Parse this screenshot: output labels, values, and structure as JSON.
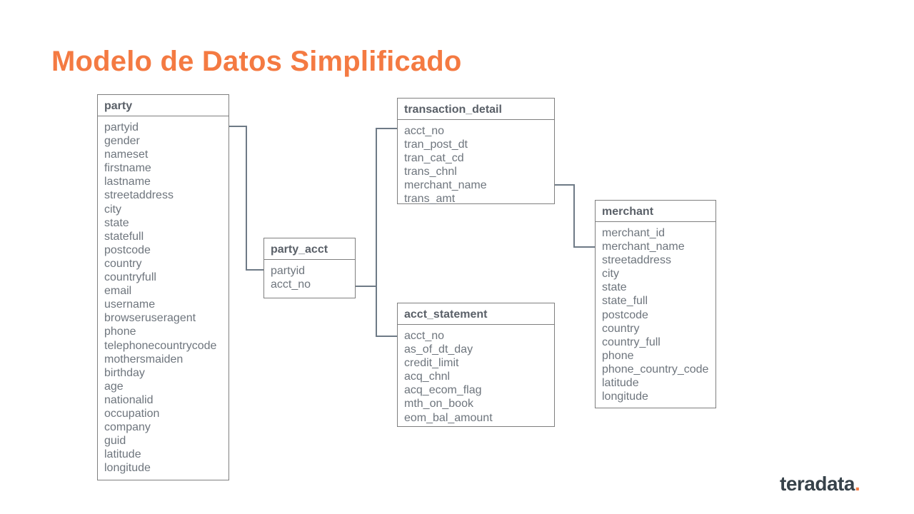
{
  "title": "Modelo de Datos Simplificado",
  "logo": {
    "text": "teradata",
    "dot": ".",
    "dot_color": "#f47a42"
  },
  "colors": {
    "title": "#f47a42",
    "connector": "#6e7a86",
    "border": "#7f7f7f"
  },
  "entities": {
    "party": {
      "name": "party",
      "fields": [
        "partyid",
        "gender",
        "nameset",
        "firstname",
        "lastname",
        "streetaddress",
        "city",
        "state",
        "statefull",
        "postcode",
        "country",
        "countryfull",
        "email",
        "username",
        "browseruseragent",
        "phone",
        "telephonecountrycode",
        "mothersmaiden",
        "birthday",
        "age",
        "nationalid",
        "occupation",
        "company",
        "guid",
        "latitude",
        "longitude"
      ]
    },
    "party_acct": {
      "name": "party_acct",
      "fields": [
        "partyid",
        "acct_no"
      ]
    },
    "transaction_detail": {
      "name": "transaction_detail",
      "fields": [
        "acct_no",
        "tran_post_dt",
        "tran_cat_cd",
        "trans_chnl",
        "merchant_name",
        "trans_amt"
      ]
    },
    "acct_statement": {
      "name": "acct_statement",
      "fields": [
        "acct_no",
        "as_of_dt_day",
        "credit_limit",
        "acq_chnl",
        "acq_ecom_flag",
        "mth_on_book",
        "eom_bal_amount"
      ]
    },
    "merchant": {
      "name": "merchant",
      "fields": [
        "merchant_id",
        "merchant_name",
        "streetaddress",
        "city",
        "state",
        "state_full",
        "postcode",
        "country",
        "country_full",
        "phone",
        "phone_country_code",
        "latitude",
        "longitude"
      ]
    }
  },
  "relationships": [
    {
      "from": "party.partyid",
      "to": "party_acct.partyid"
    },
    {
      "from": "party_acct.acct_no",
      "to": "transaction_detail.acct_no"
    },
    {
      "from": "party_acct.acct_no",
      "to": "acct_statement.acct_no"
    },
    {
      "from": "transaction_detail.merchant_name",
      "to": "merchant.merchant_name"
    }
  ]
}
